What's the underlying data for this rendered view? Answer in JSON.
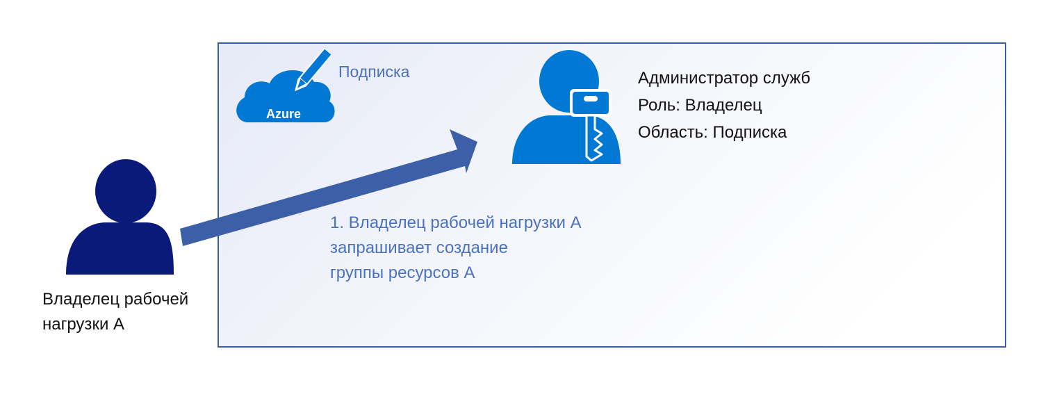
{
  "diagram": {
    "subscription_label": "Подписка",
    "azure_badge": "Azure",
    "admin": {
      "line1": "Администратор служб",
      "line2": "Роль: Владелец",
      "line3": "Область: Подписка"
    },
    "step": {
      "line1": "1. Владелец рабочей нагрузки A",
      "line2": "запрашивает создание",
      "line3": "группы ресурсов A"
    },
    "owner": {
      "line1": "Владелец рабочей",
      "line2": "нагрузки A"
    }
  },
  "icons": {
    "azure_cloud": "azure-cloud-pencil-icon",
    "admin": "user-key-icon",
    "owner": "user-icon"
  },
  "colors": {
    "box_border": "#3a5da6",
    "arrow": "#3d5fa8",
    "admin_icon": "#0078d4",
    "owner_icon": "#0a1a7a",
    "blue_text": "#4a72c0"
  }
}
